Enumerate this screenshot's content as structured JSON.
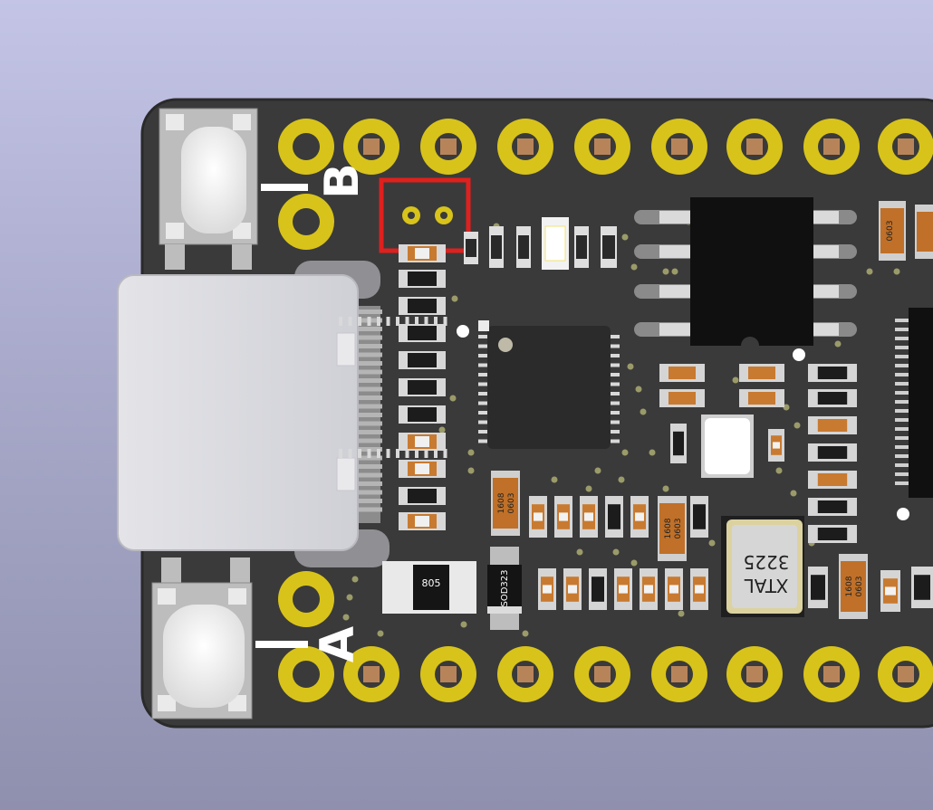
{
  "board": {
    "button_labels": {
      "top": "B",
      "bottom": "A"
    },
    "markings": {
      "resistor_package": "805",
      "diode_package": "SOD323",
      "crystal_line1": "XTAL",
      "crystal_line2": "3225",
      "cap_1608": "1608",
      "cap_0603": "0603"
    },
    "highlight_color": "#e0201e",
    "pad_color": "#d8c31a",
    "board_color": "#3a3a3a"
  }
}
